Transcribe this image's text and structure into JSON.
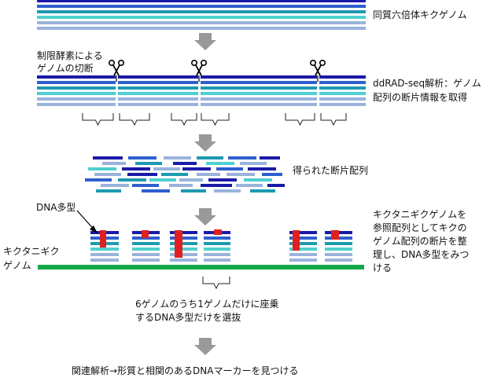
{
  "labels": {
    "hexaploid_genome": "同質六倍体キクゲノム",
    "cut_line1": "制限酵素による",
    "cut_line2": "ゲノムの切断",
    "ddrad_line1": "ddRAD-seq解析：ゲノム",
    "ddrad_line2": "配列の断片情報を取得",
    "fragments": "得られた断片配列",
    "dna_poly": "DNA多型",
    "ref_line1": "キクタニギクゲノムを",
    "ref_line2": "参照配列としてキクの",
    "ref_line3": "ゲノム配列の断片を整",
    "ref_line4": "理し、DNA多型をみつ",
    "ref_line5": "ける",
    "kikutani_line1": "キクタニギク",
    "kikutani_line2": "ゲノム",
    "select_line1": "6ゲノムのうち1ゲノムだけに座乗",
    "select_line2": "するDNA多型だけを選抜",
    "final": "関連解析→形質と相関のあるDNAマーカーを見つける"
  },
  "colors": {
    "navy": "#1a1aa8",
    "blue": "#2f5fcf",
    "teal": "#1e9ab0",
    "cyan": "#4fd0d0",
    "light": "#9ab3dc",
    "green": "#15a84a",
    "red": "#e02020",
    "arrow": "#999999"
  },
  "icons": [
    "scissors-icon",
    "down-arrow-icon",
    "bracket-icon"
  ]
}
